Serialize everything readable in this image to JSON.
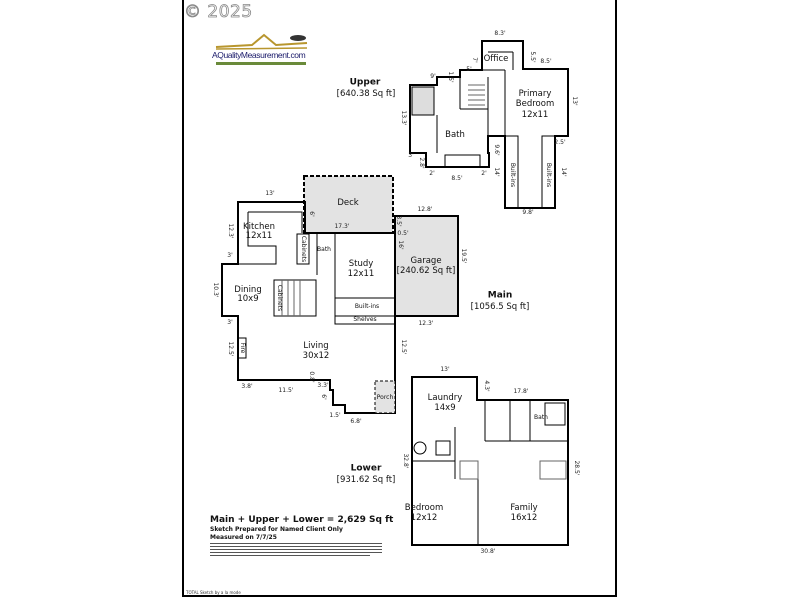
{
  "copyright": "© 2025",
  "logo": {
    "name": "AQualityMeasurement.com"
  },
  "floors": {
    "upper": {
      "title": "Upper",
      "area": "[640.38 Sq ft]"
    },
    "main": {
      "title": "Main",
      "area": "[1056.5 Sq ft]"
    },
    "lower": {
      "title": "Lower",
      "area": "[931.62 Sq ft]"
    }
  },
  "rooms": {
    "office": "Office",
    "primary_bedroom": {
      "name": "Primary",
      "name2": "Bedroom",
      "size": "12x11"
    },
    "upper_bath": "Bath",
    "builtins_a": "Built-ins",
    "builtins_b": "Built-ins",
    "deck": "Deck",
    "kitchen": {
      "name": "Kitchen",
      "size": "12x11"
    },
    "cabinets_a": "Cabinets",
    "main_bath": "Bath",
    "study": {
      "name": "Study",
      "size": "12x11"
    },
    "garage": {
      "name": "Garage",
      "area": "[240.62 Sq ft]"
    },
    "dining": {
      "name": "Dining",
      "size": "10x9"
    },
    "cabinets_b": "Cabinets",
    "builtins_main": "Built-ins",
    "shelves": "Shelves",
    "living": {
      "name": "Living",
      "size": "30x12"
    },
    "fire": "Fire",
    "porch": "Porch",
    "laundry": {
      "name": "Laundry",
      "size": "14x9"
    },
    "lower_bath": "Bath",
    "bedroom": {
      "name": "Bedroom",
      "size": "12x12"
    },
    "family": {
      "name": "Family",
      "size": "16x12"
    }
  },
  "dims_upper": [
    "8.3'",
    "5.5'",
    "8.5'",
    "7'",
    "5'",
    "9'",
    "1.5'",
    "13.3'",
    "13'",
    "2.5'",
    "9.6'",
    "14'",
    "14'",
    "3'",
    "2.8'",
    "2'",
    "8.5'",
    "2'",
    "9.8'"
  ],
  "dims_main": [
    "13'",
    "12.3'",
    "3'",
    "10.3'",
    "3'",
    "12.5'",
    "6'",
    "17.3'",
    "3.5'",
    "0.5'",
    "16'",
    "12.8'",
    "19.5'",
    "12.3'",
    "12.5'",
    "3.8'",
    "11.5'",
    "0.8'",
    "3.3'",
    "6'",
    "1.5'",
    "6.8'"
  ],
  "dims_lower": [
    "13'",
    "4.3'",
    "17.8'",
    "32.8'",
    "28.5'",
    "30.8'"
  ],
  "summary": {
    "total": "Main + Upper + Lower = 2,629 Sq ft",
    "prepared": "Sketch Prepared for Named Client Only",
    "measured": "Measured on 7/7/25"
  },
  "footer": "TOTAL Sketch by a la mode"
}
